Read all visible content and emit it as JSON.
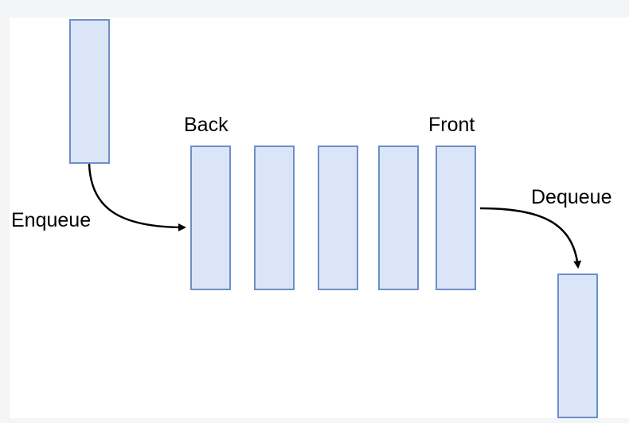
{
  "labels": {
    "back": "Back",
    "front": "Front",
    "enqueue": "Enqueue",
    "dequeue": "Dequeue"
  },
  "colors": {
    "box_fill": "#dae6f8",
    "box_stroke": "#6f8ec9",
    "arrow": "#000000",
    "background": "#ffffff"
  }
}
